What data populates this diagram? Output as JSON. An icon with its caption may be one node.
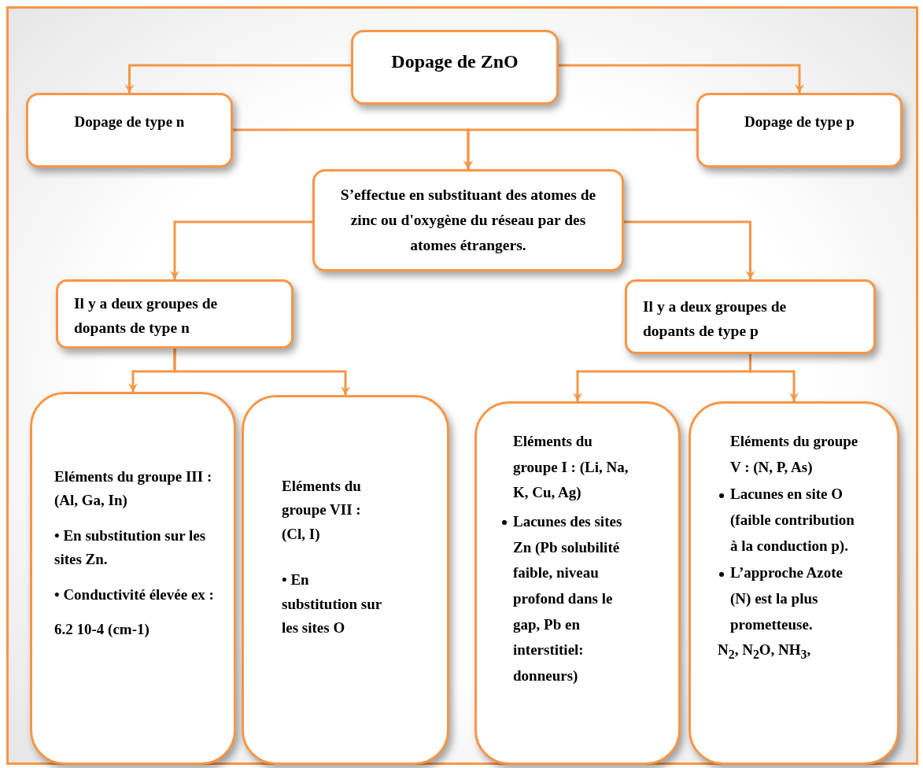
{
  "diagram": {
    "nodes": [
      {
        "text": [
          "Dopage de ZnO"
        ]
      },
      {
        "text": [
          "Dopage de type n"
        ]
      },
      {
        "text": [
          "Dopage de type p"
        ]
      },
      {
        "text": [
          "S’effectue en substituant des atomes de zinc ou d'oxygène du réseau par des atomes étrangers."
        ]
      },
      {
        "text": [
          "Il y a deux groupes de dopants de type n"
        ]
      },
      {
        "text": [
          "Il y a deux groupes de dopants de type p"
        ]
      },
      {
        "text": [
          "Eléments du groupe III : (Al, Ga, In)",
          "• En substitution sur les sites Zn.",
          "• Conductivité élevée ex :",
          "6.2 10-4 (cm-1)"
        ]
      },
      {
        "text": [
          "Eléments du groupe VII : (Cl, I)",
          "• En substitution sur les sites O"
        ]
      },
      {
        "text": [
          "Eléments du groupe I : (Li, Na, K, Cu, Ag)",
          "Lacunes des sites Zn (Pb solubilité faible, niveau profond dans le gap, Pb en interstitiel: donneurs)"
        ]
      },
      {
        "text": [
          "Eléments du groupe V : (N, P, As)",
          "Lacunes en site O (faible contribution à la conduction p).",
          "L’approche Azote (N) est la plus prometteuse.",
          "N$_{2}$, N$_{2}$O, NH$_{3}$,"
        ]
      }
    ],
    "edges": [
      {
        "from": 0,
        "to": 1,
        "arrow": "to"
      },
      {
        "from": 0,
        "to": 2,
        "arrow": "to"
      },
      {
        "from": 1,
        "to": 3,
        "arrow": "to"
      },
      {
        "from": 2,
        "to": 3,
        "arrow": "to"
      },
      {
        "from": 3,
        "to": 4,
        "arrow": "to"
      },
      {
        "from": 3,
        "to": 5,
        "arrow": "to"
      },
      {
        "from": 4,
        "to": 6,
        "arrow": "to"
      },
      {
        "from": 4,
        "to": 7,
        "arrow": "to"
      },
      {
        "from": 5,
        "to": 8,
        "arrow": "to"
      },
      {
        "from": 5,
        "to": 9,
        "arrow": "to"
      }
    ]
  }
}
